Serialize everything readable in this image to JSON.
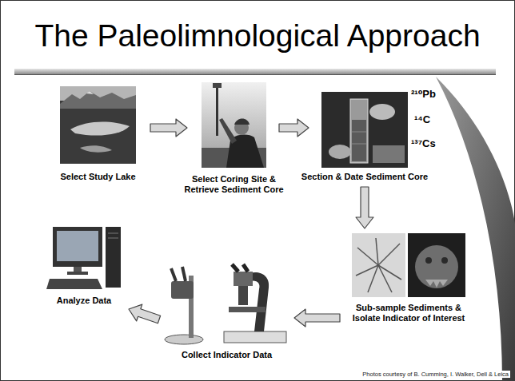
{
  "diagram": {
    "title": "The Paleolimnological Approach",
    "nodes": [
      {
        "text": [
          "Select Study Lake"
        ]
      },
      {
        "text": [
          "Select Coring Site & Retrieve Sediment Core"
        ]
      },
      {
        "text": [
          "Section & Date Sediment Core"
        ]
      },
      {
        "text": [
          "Sub-sample Sediments & Isolate Indicator of Interest"
        ]
      },
      {
        "text": [
          "Collect Indicator Data"
        ]
      },
      {
        "text": [
          "Analyze Data"
        ]
      }
    ],
    "edges": [
      {
        "from": 0,
        "to": 1,
        "arrow": "to"
      },
      {
        "from": 1,
        "to": 2,
        "arrow": "to"
      },
      {
        "from": 2,
        "to": 3,
        "arrow": "to"
      },
      {
        "from": 3,
        "to": 4,
        "arrow": "to"
      },
      {
        "from": 4,
        "to": 5,
        "arrow": "to"
      }
    ],
    "labels": [
      "²¹⁰Pb",
      "¹⁴C",
      "¹³⁷Cs",
      "Photos courtesy of B. Cumming, I. Walker, Dell & Leica"
    ]
  }
}
